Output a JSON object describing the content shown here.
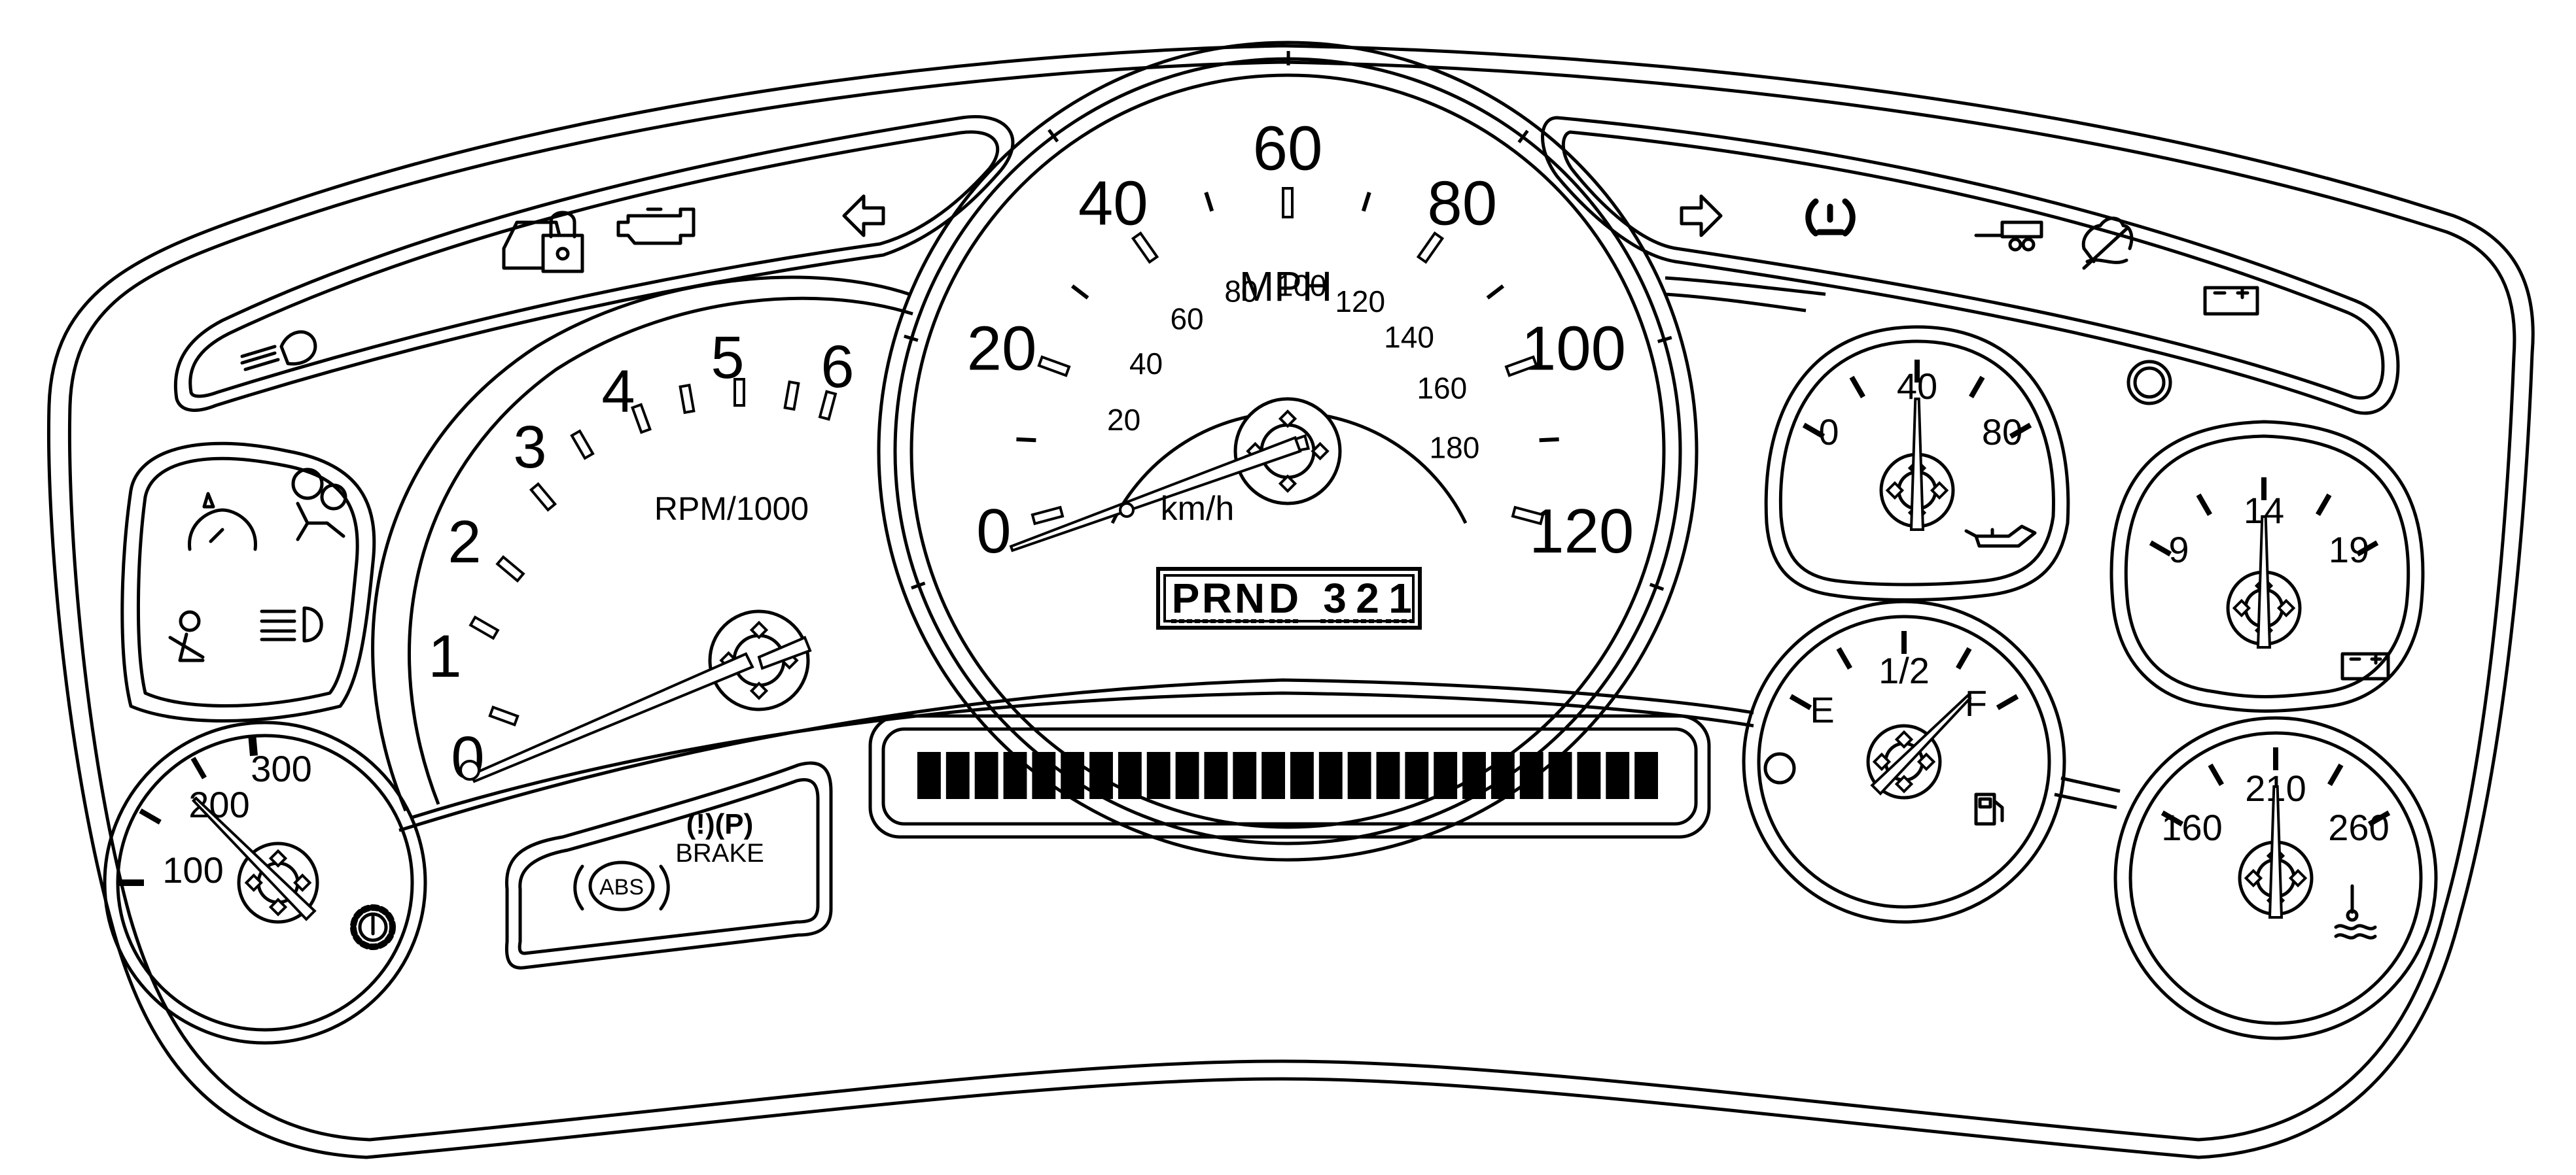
{
  "speedometer": {
    "mph_unit": "MPH",
    "kmh_unit": "km/h",
    "mph_labels": [
      "0",
      "20",
      "40",
      "60",
      "80",
      "100",
      "120"
    ],
    "kmh_labels": [
      "20",
      "40",
      "60",
      "80",
      "100",
      "120",
      "140",
      "160",
      "180"
    ]
  },
  "tachometer": {
    "unit": "RPM/1000",
    "labels": [
      "0",
      "1",
      "2",
      "3",
      "4",
      "5",
      "6"
    ]
  },
  "transmission_temp": {
    "labels": [
      "100",
      "200",
      "300"
    ]
  },
  "oil_pressure": {
    "labels": [
      "0",
      "40",
      "80"
    ]
  },
  "voltmeter": {
    "labels": [
      "9",
      "14",
      "19"
    ]
  },
  "fuel": {
    "labels": [
      "E",
      "1/2",
      "F"
    ]
  },
  "coolant_temp": {
    "labels": [
      "160",
      "210",
      "260"
    ]
  },
  "prndl": {
    "letters": [
      "P",
      "R",
      "N",
      "D",
      "3",
      "2",
      "1"
    ]
  },
  "indicators": {
    "abs": "ABS",
    "brake": "BRAKE",
    "brake_symbols": "(!)(P)"
  },
  "icons": [
    "security-lock-icon",
    "check-engine-icon",
    "left-turn-arrow-icon",
    "high-beam-icon",
    "right-turn-arrow-icon",
    "tire-pressure-icon",
    "trailer-icon",
    "traction-off-icon",
    "battery-icon",
    "cruise-control-icon",
    "airbag-icon",
    "seatbelt-icon",
    "headlamp-icon",
    "trans-temp-icon",
    "oil-can-icon",
    "fuel-pump-icon",
    "coolant-icon"
  ],
  "colors": {
    "line": "#000000",
    "background": "#ffffff",
    "display_segment": "#000000"
  }
}
